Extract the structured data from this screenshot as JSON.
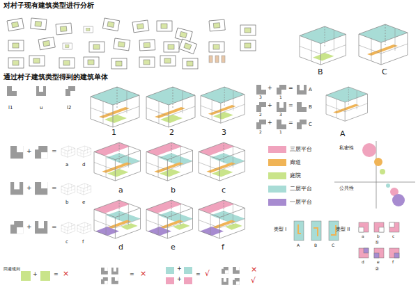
{
  "diagram": {
    "title": "对村子现有建筑类型进行分析",
    "labels": [
      "通过村子建筑类型得到的建筑单体",
      "B",
      "C",
      "l1",
      "u",
      "l2",
      "1",
      "2",
      "3",
      "3",
      "+",
      "1",
      "=",
      "A",
      "2",
      "+",
      "3",
      "=",
      "B",
      "2",
      "+",
      "1",
      "=",
      "C",
      "A",
      "+",
      "=",
      "a",
      "d",
      "a",
      "b",
      "c",
      "+",
      "=",
      "b",
      "e",
      "+",
      "=",
      "c",
      "f",
      "d",
      "e",
      "f",
      "私密性",
      "公共性",
      "类型 I",
      "A",
      "B",
      "C",
      "类型 II",
      "a",
      "b",
      "c",
      "①",
      "d",
      "e",
      "f",
      "②",
      "回避规则",
      "+",
      "=",
      "×",
      "=",
      "×",
      "+",
      "+",
      "=",
      "√",
      "×",
      "√"
    ],
    "legend": [
      {
        "text": "三层平台",
        "color": "#f0a3bd"
      },
      {
        "text": "廊道",
        "color": "#f0b456"
      },
      {
        "text": "庭院",
        "color": "#c9e48a"
      },
      {
        "text": "二层平台",
        "color": "#a8dcd6"
      },
      {
        "text": "一层平台",
        "color": "#a78bd0"
      }
    ]
  }
}
